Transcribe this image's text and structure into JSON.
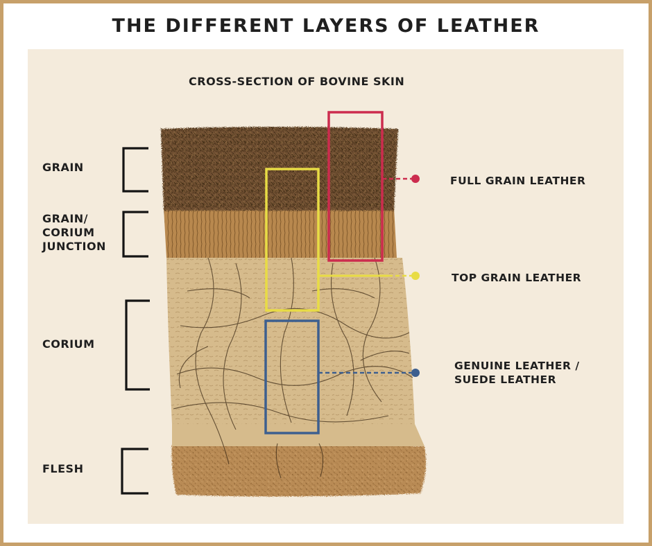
{
  "title": "THE DIFFERENT LAYERS OF LEATHER",
  "subtitle": "CROSS-SECTION OF BOVINE SKIN",
  "left_labels": {
    "grain": "GRAIN",
    "junction_line1": "GRAIN/",
    "junction_line2": "CORIUM",
    "junction_line3": "JUNCTION",
    "corium": "CORIUM",
    "flesh": "FLESH"
  },
  "right_labels": {
    "full_grain": "FULL GRAIN LEATHER",
    "top_grain": "TOP GRAIN LEATHER",
    "genuine_line1": "GENUINE LEATHER /",
    "genuine_line2": "SUEDE LEATHER"
  },
  "colors": {
    "frame": "#c7a06a",
    "full_grain": "#cc2c4e",
    "top_grain": "#e8dc45",
    "genuine": "#3d5f8f",
    "grain_layer": "#6f5030",
    "junction_layer": "#b8884e",
    "corium_layer": "#d6bb8c",
    "flesh_layer": "#b98b55"
  }
}
